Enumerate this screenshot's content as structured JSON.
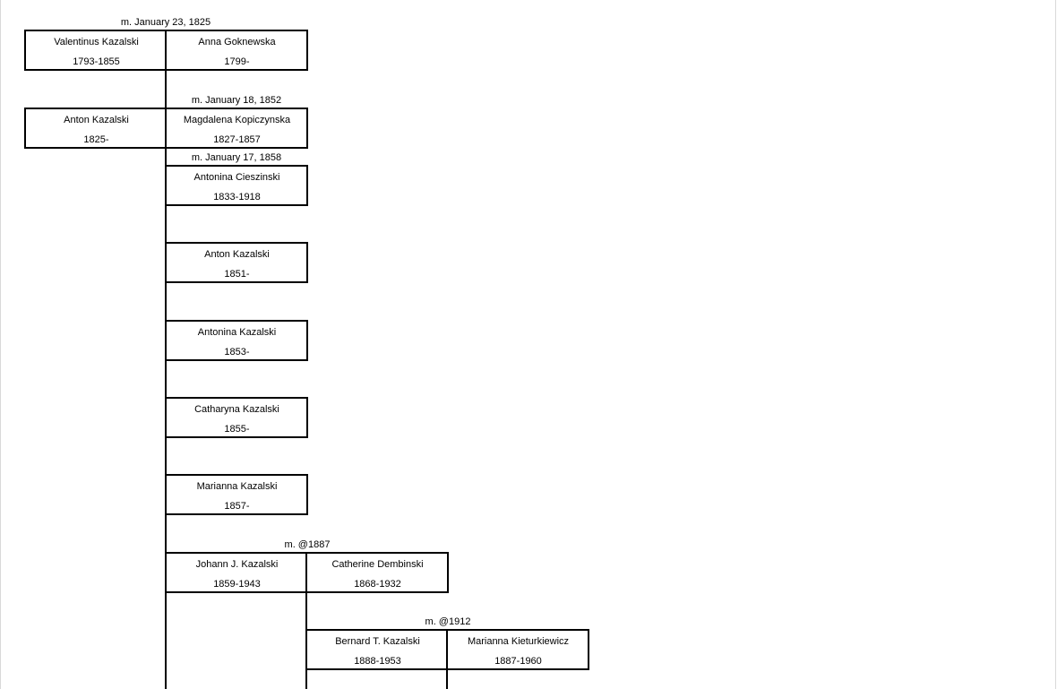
{
  "families": [
    {
      "marriage": "m. January 23, 1825",
      "spouse1": {
        "name": "Valentinus Kazalski",
        "dates": "1793-1855"
      },
      "spouse2": {
        "name": "Anna Goknewska",
        "dates": "1799-"
      }
    },
    {
      "marriage": "m. January 18, 1852",
      "spouse1": {
        "name": "Anton Kazalski",
        "dates": "1825-"
      },
      "spouse2": {
        "name": "Magdalena Kopiczynska",
        "dates": "1827-1857"
      },
      "second_marriage": "m. January 17, 1858",
      "spouse3": {
        "name": "Antonina Cieszinski",
        "dates": "1833-1918"
      }
    }
  ],
  "children": [
    {
      "name": "Anton Kazalski",
      "dates": "1851-"
    },
    {
      "name": "Antonina Kazalski",
      "dates": "1853-"
    },
    {
      "name": "Catharyna Kazalski",
      "dates": "1855-"
    },
    {
      "name": "Marianna Kazalski",
      "dates": "1857-"
    }
  ],
  "johann_family": {
    "marriage": "m. @1887",
    "spouse1": {
      "name": "Johann J. Kazalski",
      "dates": "1859-1943"
    },
    "spouse2": {
      "name": "Catherine Dembinski",
      "dates": "1868-1932"
    }
  },
  "bernard_family": {
    "marriage": "m. @1912",
    "spouse1": {
      "name": "Bernard T. Kazalski",
      "dates": "1888-1953"
    },
    "spouse2": {
      "name": "Marianna Kieturkiewicz",
      "dates": "1887-1960"
    }
  }
}
